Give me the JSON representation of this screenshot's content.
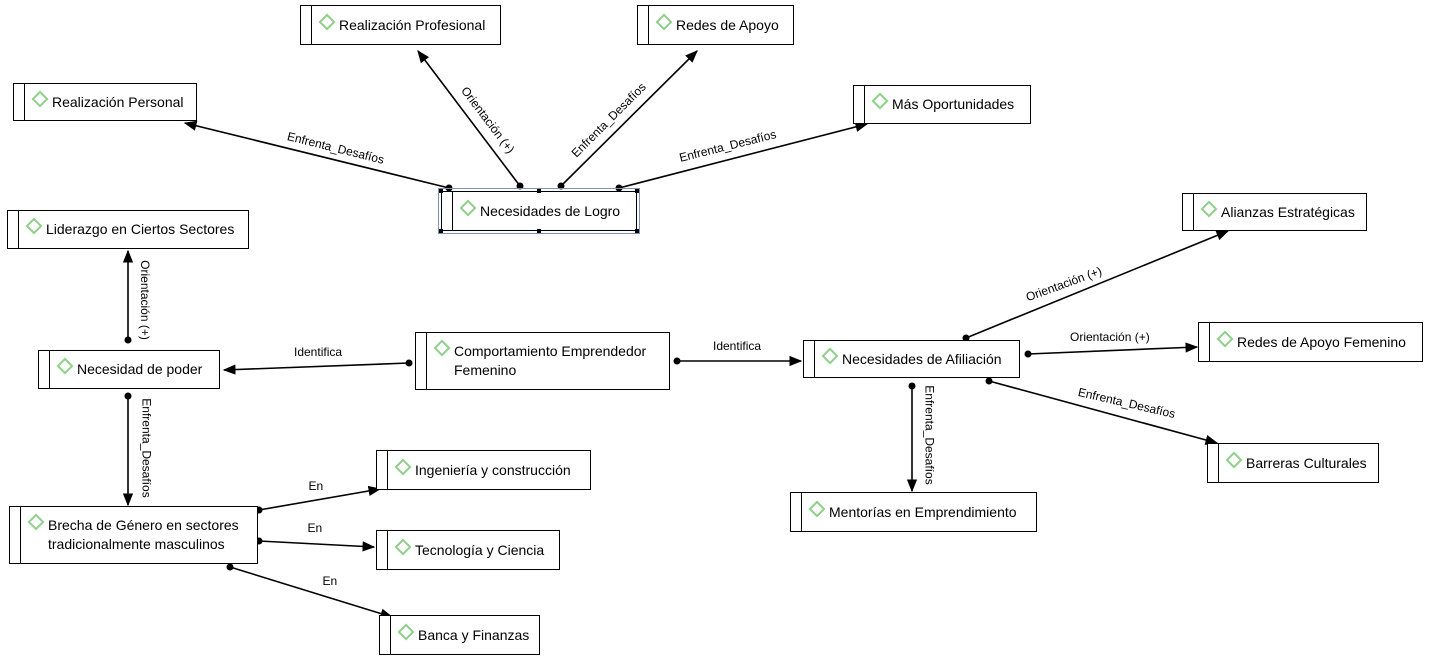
{
  "colors": {
    "code_icon": "#8fd08a",
    "line": "#000000",
    "selection": "#7a93b8"
  },
  "nodes": [
    {
      "id": "n_real_prof",
      "label": "Realización Profesional"
    },
    {
      "id": "n_redes_apoyo",
      "label": "Redes de Apoyo"
    },
    {
      "id": "n_real_pers",
      "label": "Realización Personal"
    },
    {
      "id": "n_mas_oport",
      "label": "Más Oportunidades"
    },
    {
      "id": "n_logro",
      "label": "Necesidades de Logro"
    },
    {
      "id": "n_liderazgo",
      "label": "Liderazgo en Ciertos Sectores"
    },
    {
      "id": "n_alianzas",
      "label": "Alianzas Estratégicas"
    },
    {
      "id": "n_comport",
      "label": "Comportamiento Emprendedor\nFemenino"
    },
    {
      "id": "n_poder",
      "label": "Necesidad de poder"
    },
    {
      "id": "n_afiliacion",
      "label": "Necesidades de Afiliación"
    },
    {
      "id": "n_redes_fem",
      "label": "Redes de Apoyo Femenino"
    },
    {
      "id": "n_barreras",
      "label": "Barreras Culturales"
    },
    {
      "id": "n_ingenieria",
      "label": "Ingeniería y construcción"
    },
    {
      "id": "n_brecha",
      "label": "Brecha de Género en sectores\ntradicionalmente masculinos"
    },
    {
      "id": "n_mentorias",
      "label": "Mentorías en Emprendimiento"
    },
    {
      "id": "n_tecnologia",
      "label": "Tecnología y Ciencia"
    },
    {
      "id": "n_banca",
      "label": "Banca y Finanzas"
    }
  ],
  "edges": [
    {
      "from": "n_logro",
      "to": "n_real_prof",
      "label": "Orientación (+)"
    },
    {
      "from": "n_logro",
      "to": "n_redes_apoyo",
      "label": "Enfrenta_Desafíos"
    },
    {
      "from": "n_logro",
      "to": "n_real_pers",
      "label": "Enfrenta_Desafíos"
    },
    {
      "from": "n_logro",
      "to": "n_mas_oport",
      "label": "Enfrenta_Desafíos"
    },
    {
      "from": "n_poder",
      "to": "n_liderazgo",
      "label": "Orientación (+)"
    },
    {
      "from": "n_comport",
      "to": "n_poder",
      "label": "Identifica"
    },
    {
      "from": "n_comport",
      "to": "n_afiliacion",
      "label": "Identifica"
    },
    {
      "from": "n_poder",
      "to": "n_brecha",
      "label": "Enfrenta_Desafíos"
    },
    {
      "from": "n_afiliacion",
      "to": "n_alianzas",
      "label": "Orientación (+)"
    },
    {
      "from": "n_afiliacion",
      "to": "n_redes_fem",
      "label": "Orientación (+)"
    },
    {
      "from": "n_afiliacion",
      "to": "n_barreras",
      "label": "Enfrenta_Desafíos"
    },
    {
      "from": "n_afiliacion",
      "to": "n_mentorias",
      "label": "Enfrenta_Desafíos"
    },
    {
      "from": "n_brecha",
      "to": "n_ingenieria",
      "label": "En"
    },
    {
      "from": "n_brecha",
      "to": "n_tecnologia",
      "label": "En"
    },
    {
      "from": "n_brecha",
      "to": "n_banca",
      "label": "En"
    }
  ]
}
